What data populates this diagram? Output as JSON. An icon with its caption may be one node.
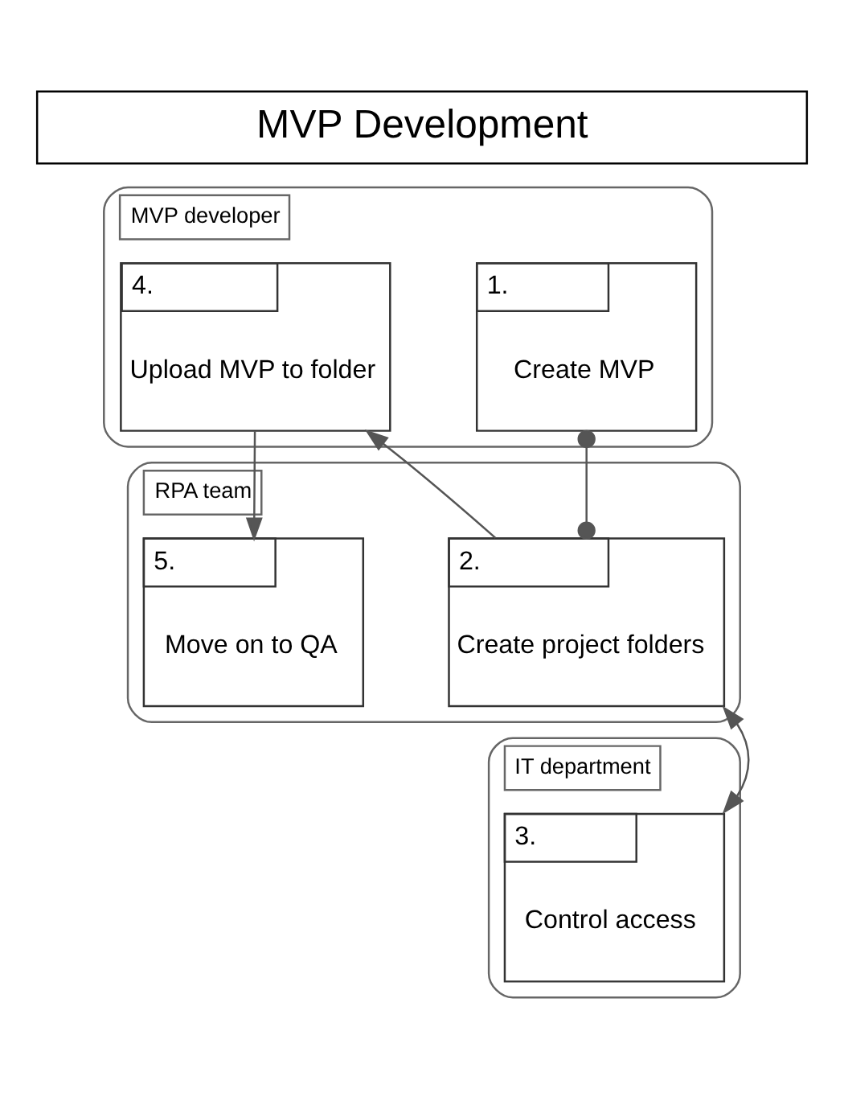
{
  "diagram": {
    "title": "MVP Development",
    "nodes": [
      {
        "text": [
          "MVP developer"
        ]
      },
      {
        "text": [
          "1.",
          "Create MVP"
        ],
        "in": 0
      },
      {
        "text": [
          "4.",
          "Upload MVP to folder"
        ],
        "in": 0
      },
      {
        "text": [
          "RPA team"
        ]
      },
      {
        "text": [
          "2.",
          "Create project folders"
        ],
        "in": 3
      },
      {
        "text": [
          "5.",
          "Move on to QA"
        ],
        "in": 3
      },
      {
        "text": [
          "IT department"
        ]
      },
      {
        "text": [
          "3.",
          "Control access"
        ],
        "in": 6
      }
    ],
    "edges": [
      {
        "from": 1,
        "to": 4,
        "arrow": "other"
      },
      {
        "from": 4,
        "to": 2,
        "arrow": "to"
      },
      {
        "from": 2,
        "to": 5,
        "arrow": "to"
      },
      {
        "from": 4,
        "to": 7,
        "arrow": "both"
      }
    ]
  }
}
